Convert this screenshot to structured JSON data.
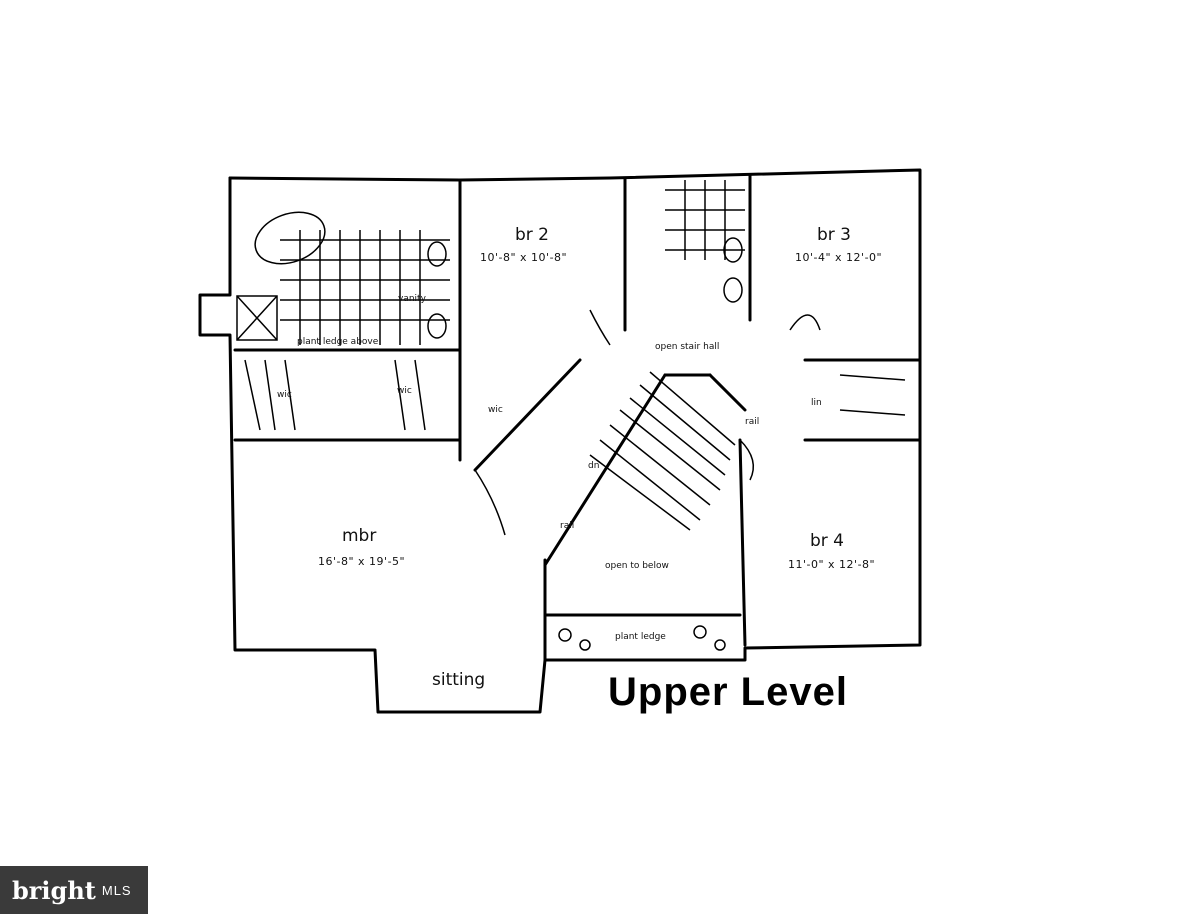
{
  "plan": {
    "title": "Upper Level",
    "rooms": {
      "mbr": {
        "name": "mbr",
        "dim": "16'-8\" x 19'-5\""
      },
      "br2": {
        "name": "br 2",
        "dim": "10'-8\" x 10'-8\""
      },
      "br3": {
        "name": "br 3",
        "dim": "10'-4\" x 12'-0\""
      },
      "br4": {
        "name": "br 4",
        "dim": "11'-0\" x 12'-8\""
      },
      "sitting": {
        "name": "sitting"
      }
    },
    "labels": {
      "open_stair_hall": "open stair hall",
      "open_to_below": "open to below",
      "plant_ledge": "plant ledge",
      "plant_ledge_above": "plant ledge above",
      "vanity": "vanity",
      "wic_left": "wic",
      "wic_right": "wic",
      "wic_br2": "wic",
      "lin": "lin",
      "rail_upper": "rail",
      "rail_lower": "rail",
      "dn": "dn"
    }
  },
  "watermark": {
    "brand": "bright",
    "suffix": "MLS"
  }
}
